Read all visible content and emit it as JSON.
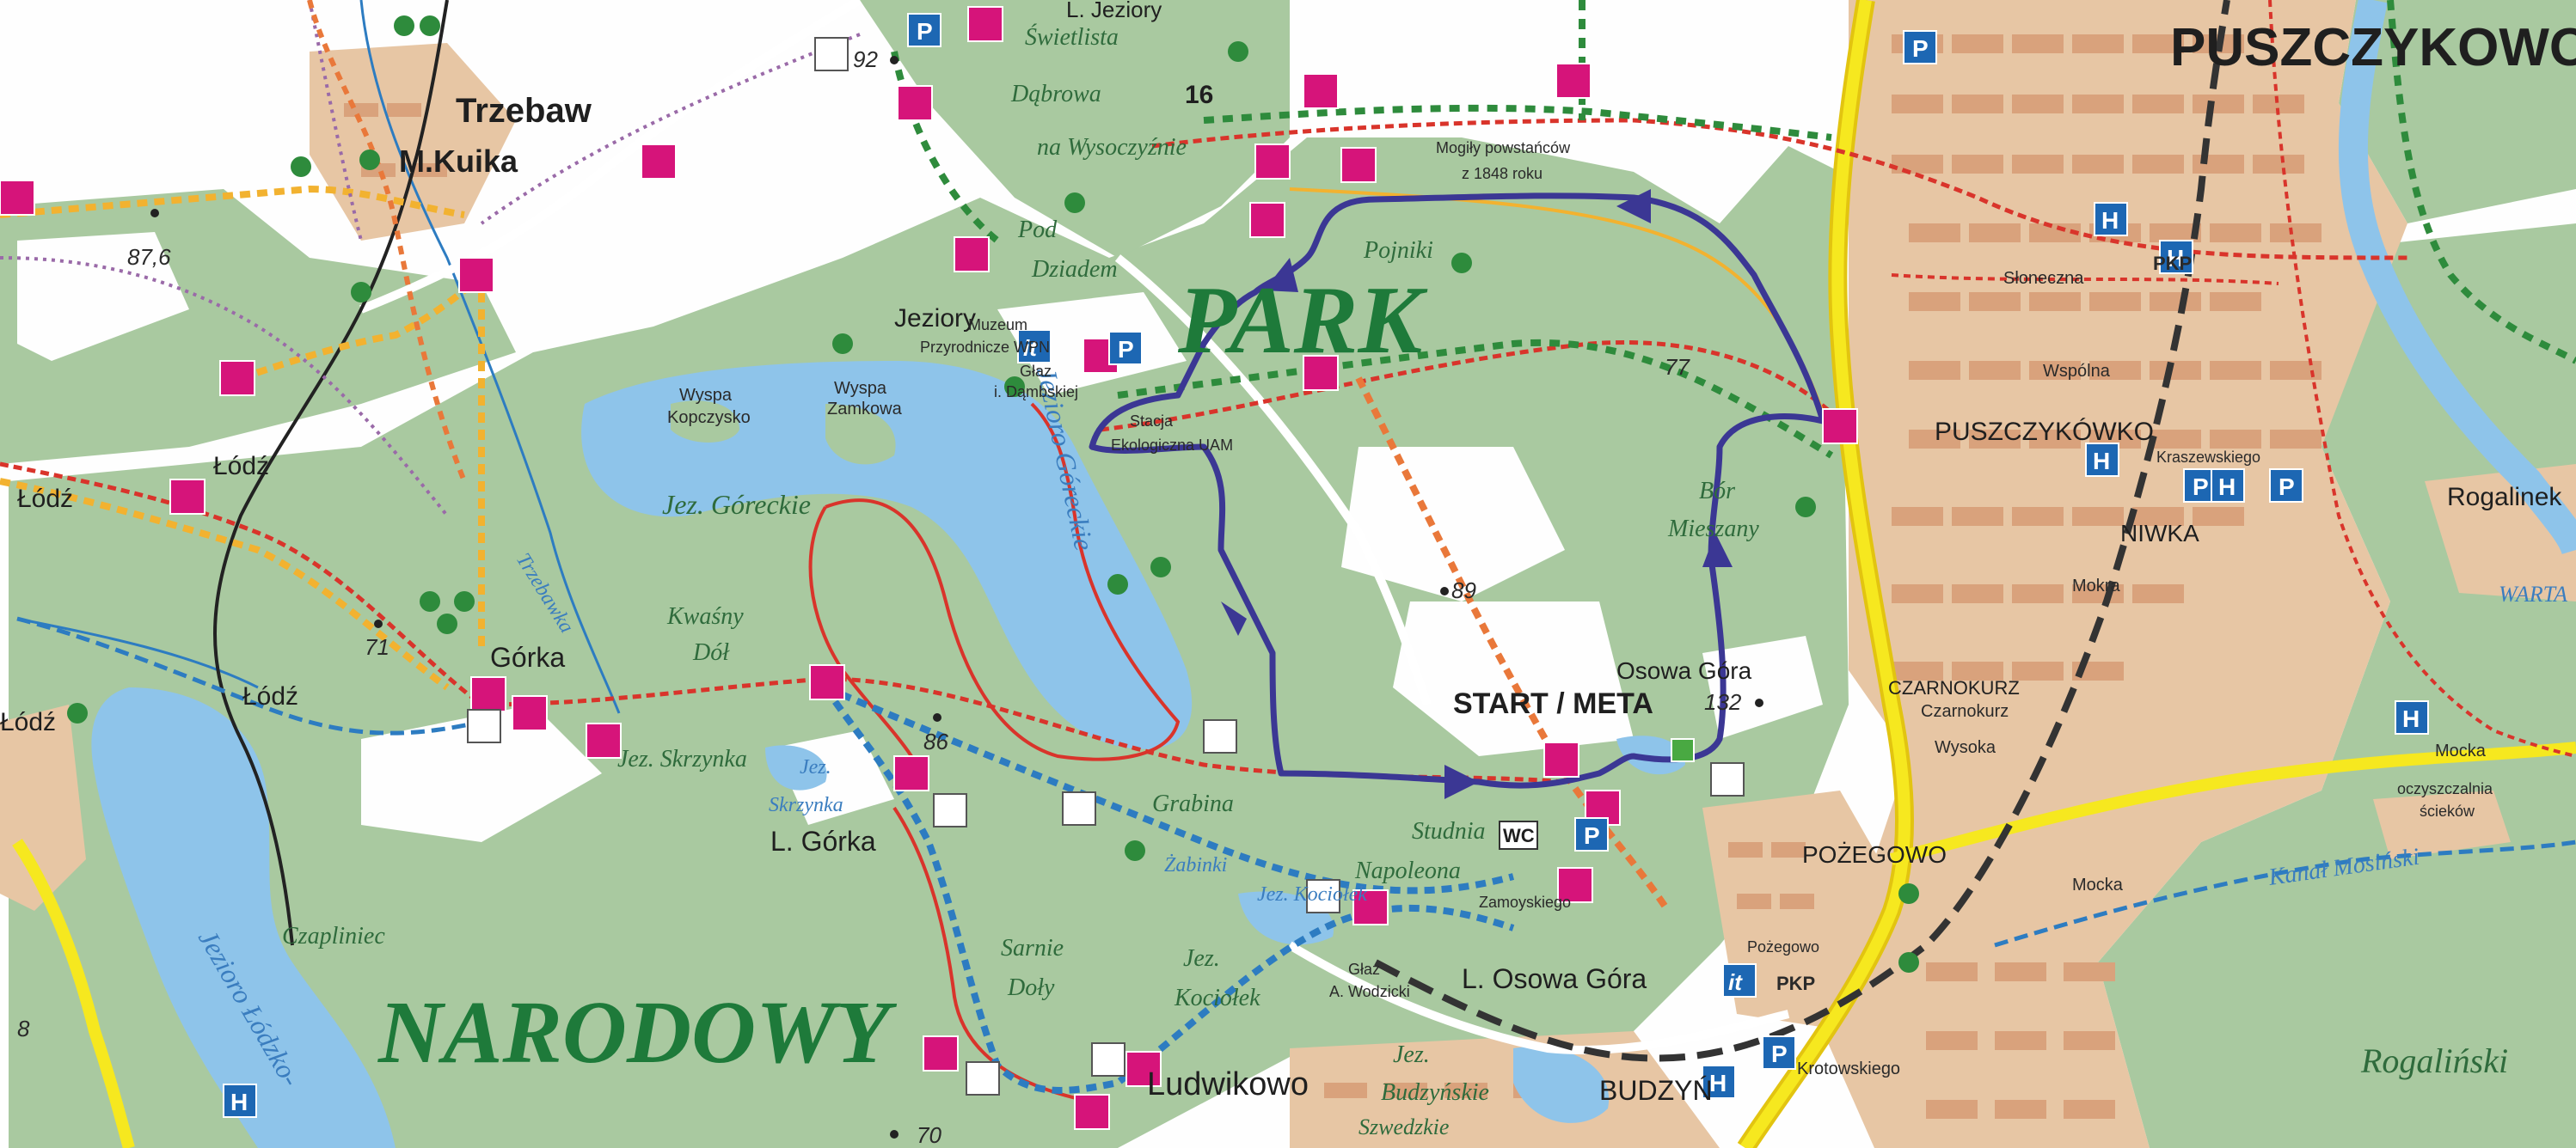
{
  "map": {
    "colors": {
      "forest": "#a9c9a0",
      "meadow": "#ffffff",
      "water": "#8ec4ea",
      "settlement": "#e7c6a4",
      "building": "#d9a27c",
      "road_main": "#f6e81f",
      "route": "#3b3794",
      "trail_red": "#d9342b",
      "trail_green": "#2e8b3c",
      "trail_blue": "#2d7cc1",
      "trail_yellow": "#f2b230",
      "trail_orange": "#e9783a",
      "trail_purple": "#9a6aa8",
      "railway": "#333333",
      "symbol_magenta": "#d6147a",
      "symbol_blue": "#1d67b3"
    },
    "labels": {
      "trzebaw": "Trzebaw",
      "mkuika": "M.Kuika",
      "puszczykowo": "PUSZCZYKOWO",
      "park": "PARK",
      "narodowy": "NARODOWY",
      "start_meta": "START / META",
      "jeziory": "Jeziory",
      "jeziory_top": "L. Jeziory",
      "lodz_1": "Łódź",
      "lodz_2": "Łódź",
      "lodz_3": "Łódź",
      "lodz_4": "Łódź",
      "gorka": "Górka",
      "l_gorka": "L. Górka",
      "swietlista_1": "Świetlista",
      "swietlista_2": "Dąbrowa",
      "swietlista_3": "na Wysoczyźnie",
      "pod_1": "Pod",
      "pod_2": "Dziadem",
      "pojniki": "Pojniki",
      "mogily_1": "Mogiły powstańców",
      "mogily_2": "z 1848 roku",
      "wyspa_kop_1": "Wyspa",
      "wyspa_kop_2": "Kopczysko",
      "wyspa_zam_1": "Wyspa",
      "wyspa_zam_2": "Zamkowa",
      "jez_goreckie": "Jez. Góreckie",
      "jezioro_goreckie": "Jezioro Góreckie",
      "muzeum_1": "Muzeum",
      "muzeum_2": "Przyrodnicze WPN",
      "glaz_1": "Głaz",
      "glaz_2": "i. Dąmbskiej",
      "stacja_1": "Stacja",
      "stacja_2": "Ekologiczna UAM",
      "kwasny_1": "Kwaśny",
      "kwasny_2": "Dół",
      "jez_skrzynka": "Jez. Skrzynka",
      "skrzynka_blue_1": "Jez.",
      "skrzynka_blue_2": "Skrzynka",
      "grabina": "Grabina",
      "zabinki": "Żabinki",
      "studnia_1": "Studnia",
      "studnia_2": "Napoleona",
      "jez_kociolek_blue": "Jez. Kociołek",
      "jez_kociolek_2": "Jez.",
      "jez_kociolek_3": "Kociołek",
      "sarnie_1": "Sarnie",
      "sarnie_2": "Doły",
      "czapliniec": "Czapliniec",
      "jezioro_lodzko": "Jezioro Łódzko-",
      "ludwikowo": "Ludwikowo",
      "jez_budzynskie_1": "Jez.",
      "jez_budzynskie_2": "Budzyńskie",
      "szwedzkie": "Szwedzkie",
      "budzyn": "BUDZYŃ",
      "osowa_gora": "Osowa Góra",
      "l_osowa_gora": "L. Osowa Góra",
      "bor_1": "Bór",
      "bor_2": "Mieszany",
      "puszczykowko": "PUSZCZYKÓWKO",
      "niwka": "NIWKA",
      "czarnokurz_1": "CZARNOKURZ",
      "czarnokurz_2": "Czarnokurz",
      "pozegowo": "POŻEGOWO",
      "pozegowo_small": "Pożegowo",
      "rogalinek": "Rogalinek",
      "rogalinski": "Rogaliński",
      "mocka_1": "Mocka",
      "mocka_2": "Mocka",
      "oczyszczalnia_1": "oczyszczalnia",
      "oczyszczalnia_2": "ścieków",
      "kanal": "Kanał Mosiński",
      "wysoka": "Wysoka",
      "mokra": "Mokra",
      "wspolna": "Wspólna",
      "sloneczna": "Słoneczna",
      "niwka_street": "Kraszewskiego",
      "zamoyskiego": "Zamoyskiego",
      "glaz_wodzicki_1": "Głaz",
      "glaz_wodzicki_2": "A. Wodzicki",
      "krotowskiego": "Krotowskiego",
      "tzrebawka": "Trzebawka",
      "h_87": "87,6",
      "h_92": "92",
      "h_77": "77",
      "h_89": "89",
      "h_86": "86",
      "h_71": "71",
      "h_70": "70",
      "h_132": "132",
      "h_8": "8",
      "route_16": "16",
      "pkp_1": "PKP",
      "pkp_2": "PKP",
      "wc": "WC",
      "wart": "WARTA"
    },
    "symbols": {
      "parking": "P",
      "hotel": "H",
      "info": "it"
    }
  }
}
